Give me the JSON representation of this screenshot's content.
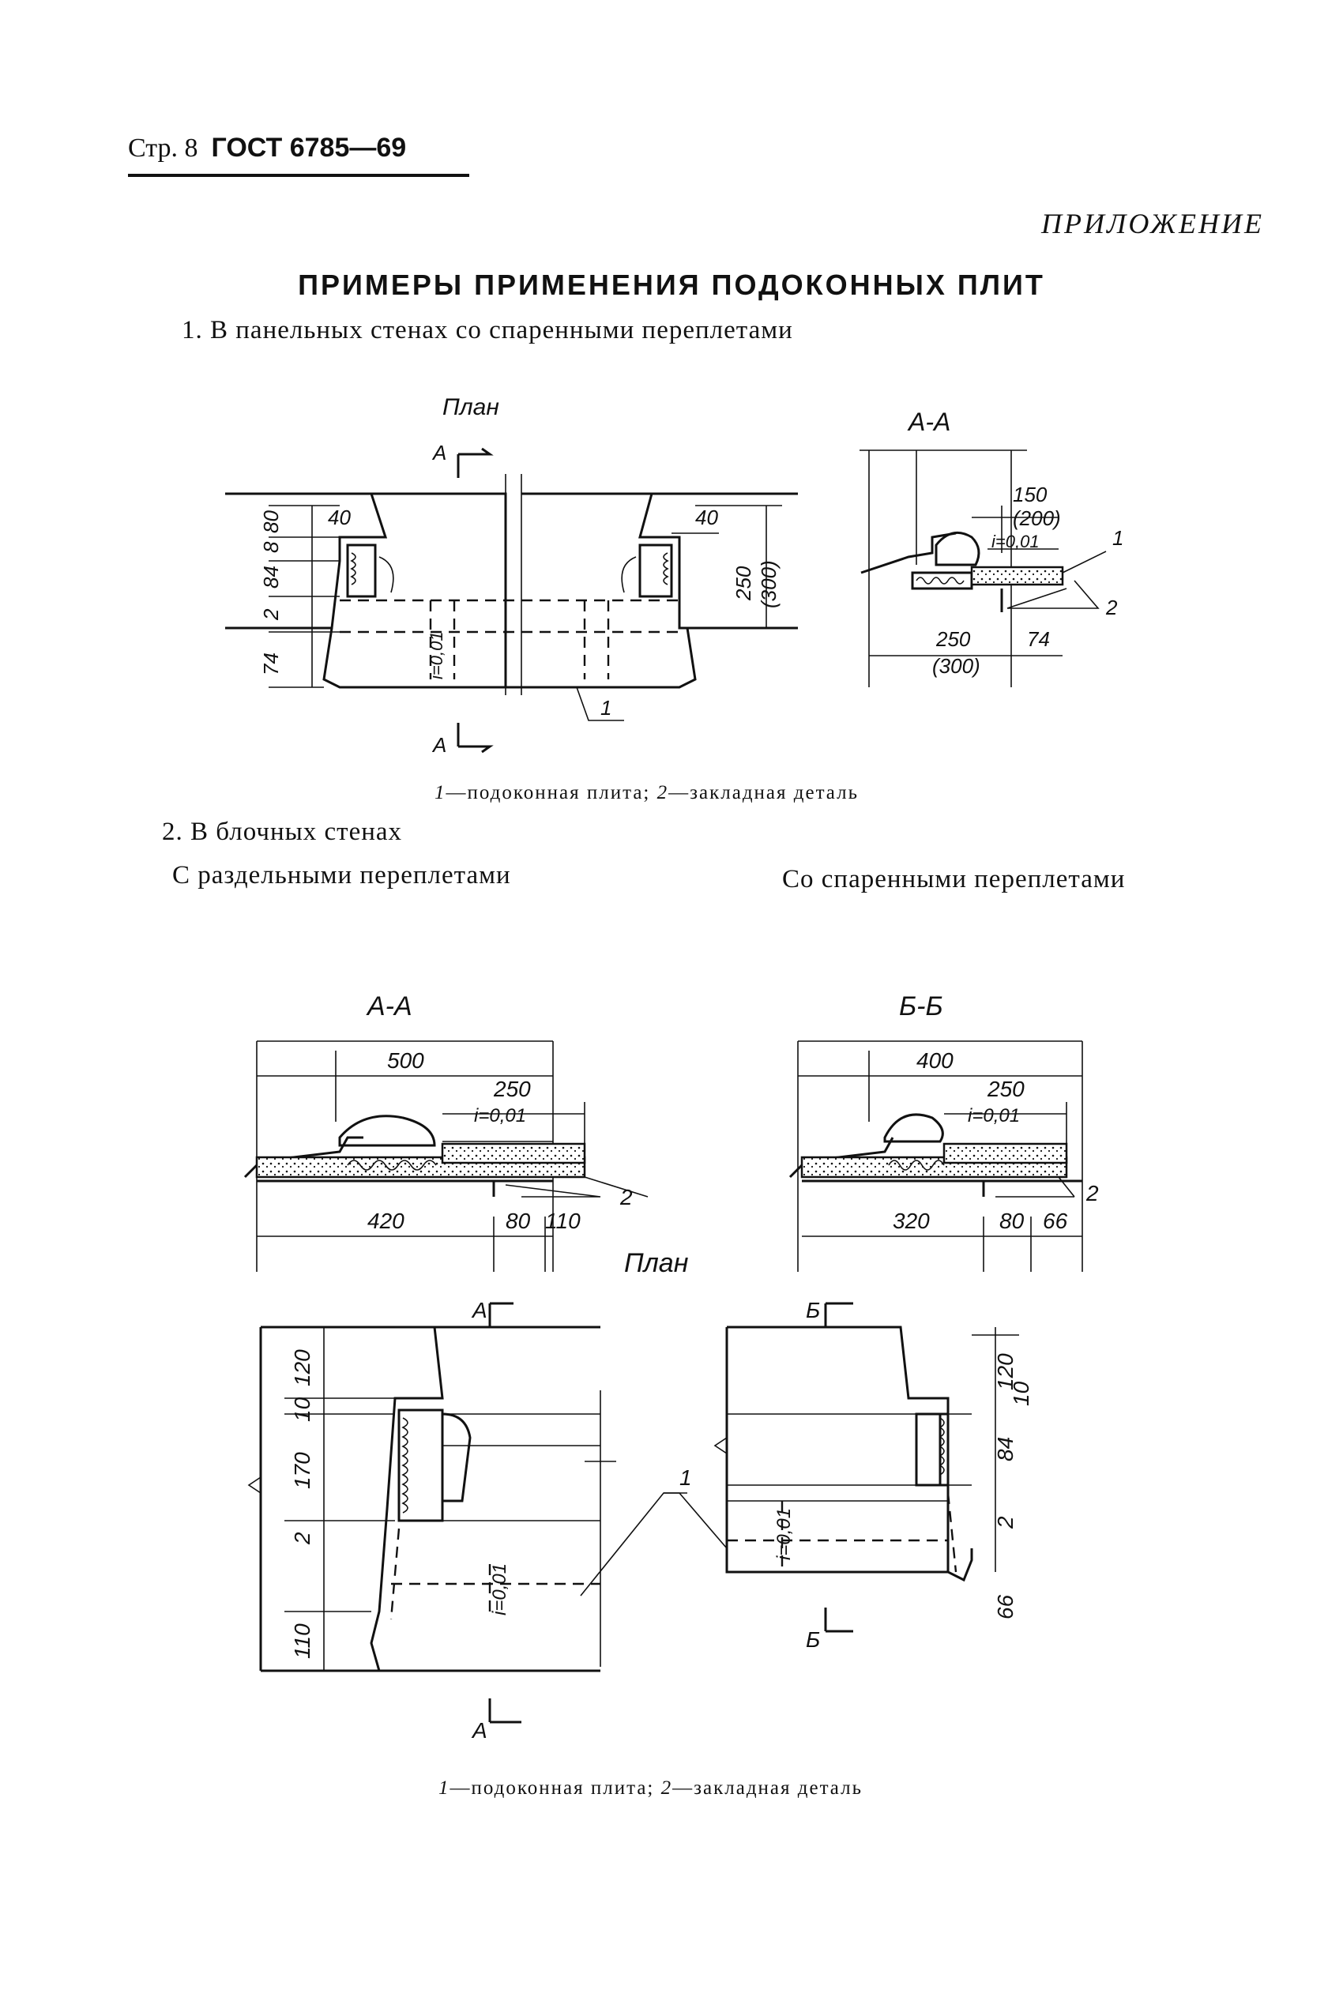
{
  "header": {
    "page": "Стр. 8",
    "standard": "ГОСТ 6785—69"
  },
  "appendix_label": "ПРИЛОЖЕНИЕ",
  "title": "ПРИМЕРЫ ПРИМЕНЕНИЯ ПОДОКОННЫХ ПЛИТ",
  "section1": {
    "heading": "1. В панельных стенах со спаренными переплетами",
    "plan_label": "План",
    "cut_label": "А",
    "section_label": "А-А",
    "dims_plan": [
      "40",
      "40",
      "80",
      "8",
      "84",
      "2",
      "74",
      "250",
      "(300)",
      "i=0,01",
      "1"
    ],
    "dims_section": [
      "150",
      "(200)",
      "i=0,01",
      "1",
      "2",
      "250",
      "(300)",
      "74"
    ],
    "caption_n1": "1",
    "caption_t1": "—подоконная плита; ",
    "caption_n2": "2",
    "caption_t2": "—закладная деталь"
  },
  "section2": {
    "heading": "2. В блочных стенах",
    "left_sub": "С раздельными переплетами",
    "right_sub": "Со спаренными переплетами",
    "left_section_label": "А-А",
    "right_section_label": "Б-Б",
    "plan_label": "План",
    "cut_a": "А",
    "cut_b": "Б",
    "dims_left": [
      "500",
      "250",
      "i=0,01",
      "2",
      "420",
      "80",
      "110"
    ],
    "dims_right": [
      "400",
      "250",
      "i=0,01",
      "2",
      "320",
      "80",
      "66"
    ],
    "dims_plan_left": [
      "120",
      "10",
      "170",
      "2",
      "i=0,01",
      "110"
    ],
    "dims_plan_right": [
      "120",
      "10",
      "84",
      "2",
      "i=0,01",
      "66"
    ],
    "plan_callout": "1",
    "caption_n1": "1",
    "caption_t1": "—подоконная плита; ",
    "caption_n2": "2",
    "caption_t2": "—закладная деталь"
  }
}
